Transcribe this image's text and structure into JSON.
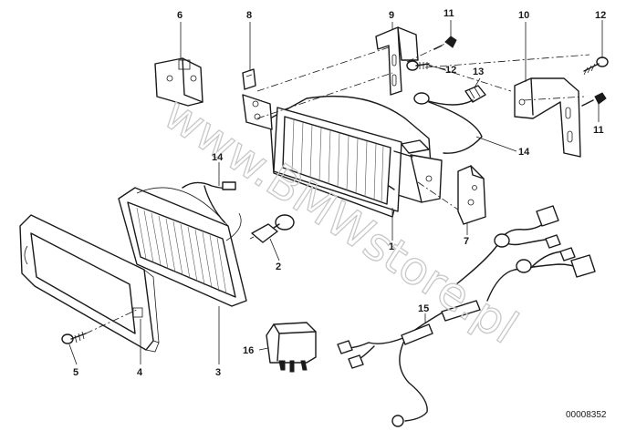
{
  "diagram": {
    "part_labels": [
      "1",
      "2",
      "3",
      "4",
      "5",
      "6",
      "7",
      "8",
      "9",
      "10",
      "11",
      "11",
      "12",
      "12",
      "13",
      "14",
      "14",
      "15",
      "16"
    ],
    "reference_number": "00008352",
    "watermark": "www.BMWstore.pl"
  }
}
